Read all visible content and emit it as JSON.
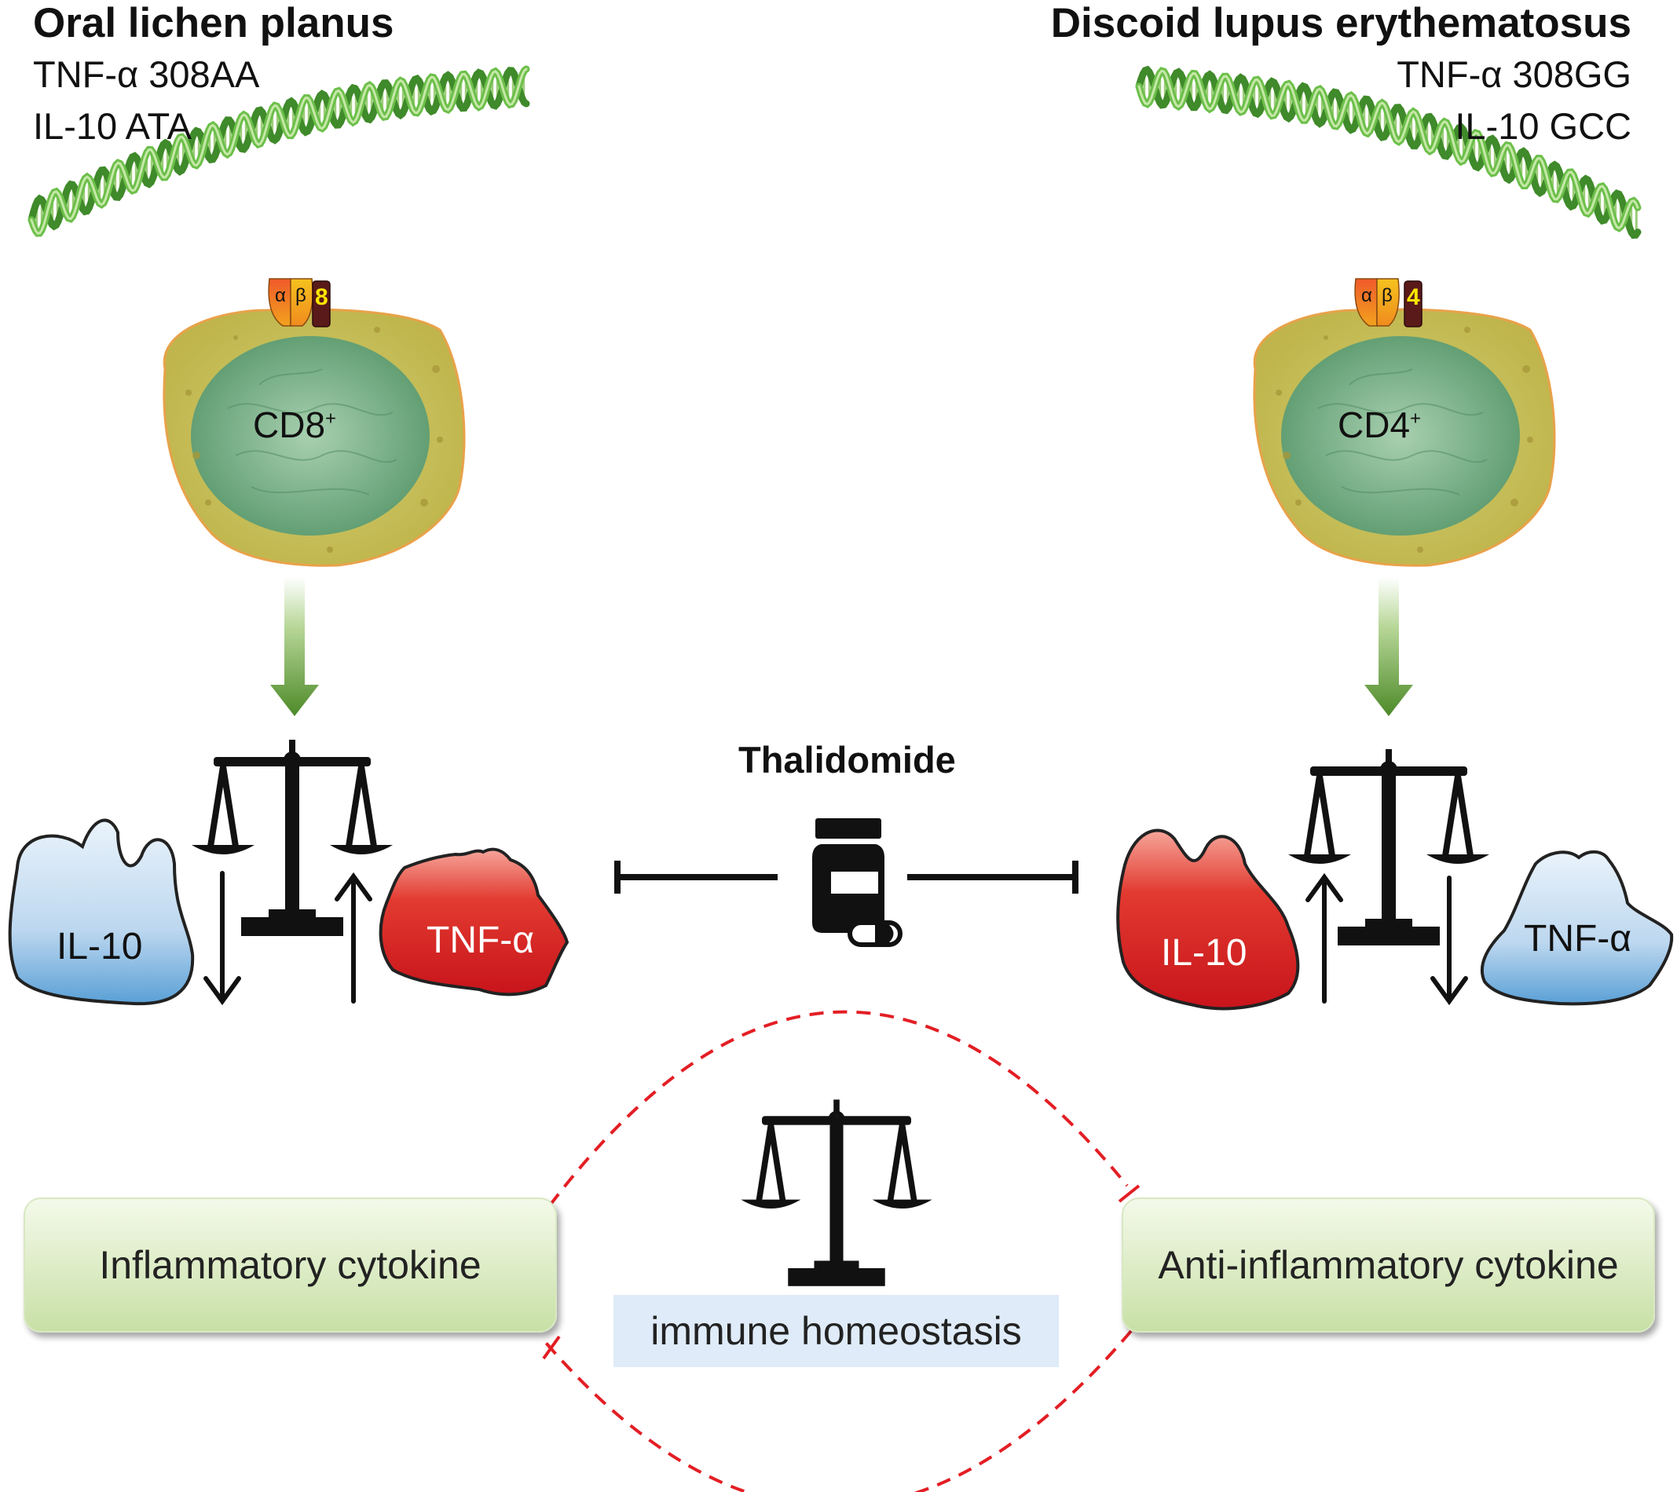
{
  "left": {
    "title": "Oral lichen planus",
    "genotype_1": "TNF-α 308AA",
    "genotype_2": "IL-10 ATA",
    "cell_label": "CD8",
    "cell_sup": "+",
    "receptor_alpha": "α",
    "receptor_beta": "β",
    "receptor_co": "8",
    "cytokine_low": "IL-10",
    "cytokine_high": "TNF-α"
  },
  "right": {
    "title": "Discoid lupus erythematosus",
    "genotype_1": "TNF-α 308GG",
    "genotype_2": "IL-10 GCC",
    "cell_label": "CD4",
    "cell_sup": "+",
    "receptor_alpha": "α",
    "receptor_beta": "β",
    "receptor_co": "4",
    "cytokine_high": "IL-10",
    "cytokine_low": "TNF-α"
  },
  "center": {
    "drug": "Thalidomide",
    "homeostasis": "immune homeostasis"
  },
  "boxes": {
    "inflammatory": "Inflammatory cytokine",
    "anti_inflammatory": "Anti-inflammatory cytokine"
  },
  "colors": {
    "dna": "#5aa43c",
    "cell_outer": "#c9c05a",
    "cell_nucleus": "#7fb48a",
    "arrow_green": "#5e9a34",
    "cytokine_red": "#d81e1e",
    "cytokine_blue": "#bcd8f0",
    "inhibit_dash": "#e31e24",
    "box_green": "#c8e0a6",
    "homeostasis_bg": "#dfebf8"
  },
  "icons": [
    "dna-helix-icon",
    "t-cell-icon",
    "tcr-receptor-icon",
    "balance-scale-icon",
    "pill-bottle-icon",
    "capsule-icon",
    "up-arrow-icon",
    "down-arrow-icon"
  ]
}
